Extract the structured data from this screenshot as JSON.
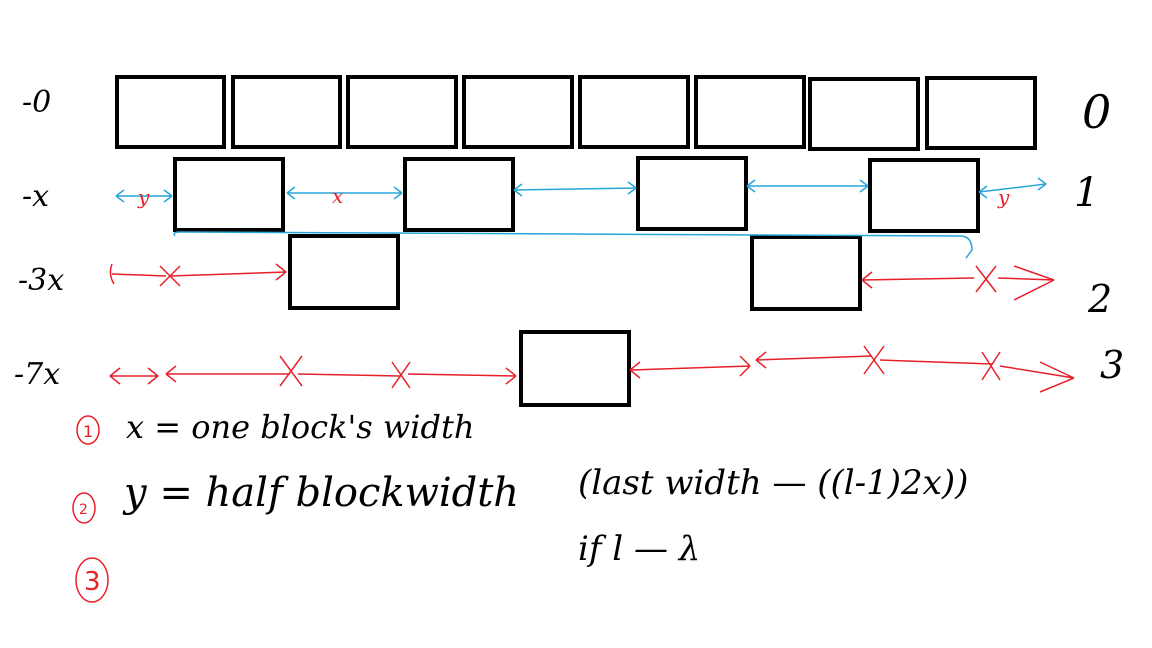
{
  "colors": {
    "ink": "#000000",
    "red": "#e8202a",
    "blue": "#29a6d8"
  },
  "rows": [
    {
      "left_label": "-0",
      "right_label": "0",
      "blocks": 8
    },
    {
      "left_label": "-x",
      "right_label": "1",
      "blocks": 4
    },
    {
      "left_label": "-3x",
      "right_label": "2",
      "blocks": 2
    },
    {
      "left_label": "-7x",
      "right_label": "3",
      "blocks": 1
    }
  ],
  "gap_labels": {
    "row1_edge_left": "y",
    "row1_gap": "x",
    "row1_edge_right": "y"
  },
  "notes": [
    {
      "marker": "1",
      "text": "x = one block's width"
    },
    {
      "marker": "2",
      "text": "y = half blockwidth"
    },
    {
      "marker": "3",
      "text": ""
    }
  ],
  "formula": {
    "line1": "(last width — ((l-1)2x))",
    "line2": "if l — λ"
  }
}
